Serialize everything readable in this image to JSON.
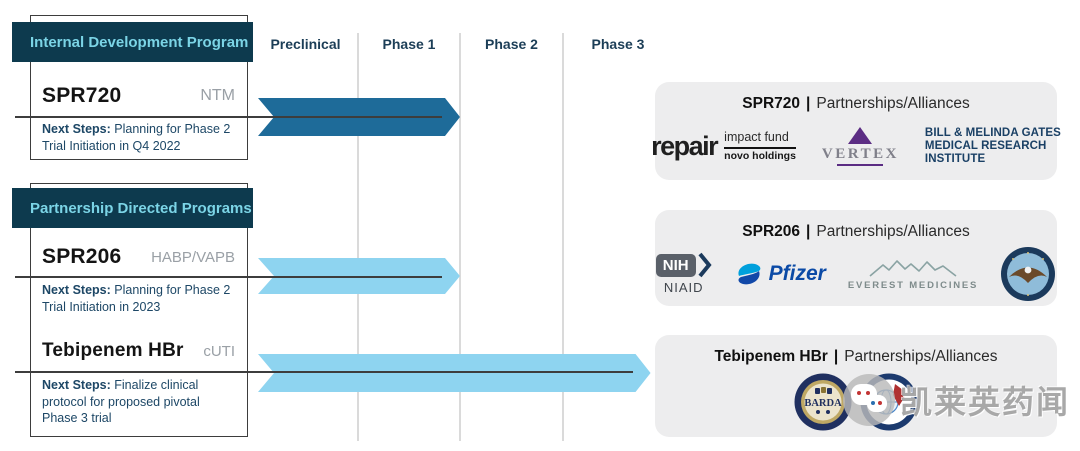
{
  "colors": {
    "group_header_bg": "#0d3a4e",
    "group_header_text": "#7bd4e6",
    "navy_text": "#1d4766",
    "dark_arrow": "#1e6b99",
    "light_arrow": "#8ed4f0",
    "gridline": "#dadada",
    "card_bg": "#ededee",
    "indication_text": "#9aa0a6"
  },
  "pipeline": {
    "phases": [
      "Preclinical",
      "Phase 1",
      "Phase 2",
      "Phase 3"
    ],
    "groups": [
      {
        "header": "Internal Development Program",
        "programs": [
          {
            "name": "SPR720",
            "indication": "NTM",
            "next_steps_label": "Next Steps:",
            "next_steps": "Planning for Phase 2 Trial Initiation in Q4 2022",
            "bar_color": "dark",
            "phase_start": 0,
            "phase_end": 2.0
          }
        ]
      },
      {
        "header": "Partnership Directed Programs",
        "programs": [
          {
            "name": "SPR206",
            "indication": "HABP/VAPB",
            "next_steps_label": "Next Steps:",
            "next_steps": "Planning for Phase 2 Trial Initiation in 2023",
            "bar_color": "light",
            "phase_start": 0,
            "phase_end": 2.0
          },
          {
            "name": "Tebipenem HBr",
            "indication": "cUTI",
            "next_steps_label": "Next Steps:",
            "next_steps": "Finalize clinical protocol for proposed pivotal Phase 3 trial",
            "bar_color": "light",
            "phase_start": 0,
            "phase_end": 3.85
          }
        ]
      }
    ]
  },
  "cards": [
    {
      "drug": "SPR720",
      "separator": "|",
      "suffix": "Partnerships/Alliances"
    },
    {
      "drug": "SPR206",
      "separator": "|",
      "suffix": "Partnerships/Alliances"
    },
    {
      "drug": "Tebipenem HBr",
      "separator": "|",
      "suffix": "Partnerships/Alliances"
    }
  ],
  "logos": {
    "repair": {
      "word": "repair",
      "line1": "impact fund",
      "line2": "novo holdings"
    },
    "vertex": {
      "label": "VERTEX"
    },
    "gates": {
      "line1": "BILL & MELINDA GATES",
      "line2": "MEDICAL RESEARCH",
      "line3": "INSTITUTE"
    },
    "nih": {
      "box": "NIH",
      "sub": "NIAID"
    },
    "pfizer": {
      "label": "Pfizer"
    },
    "everest": {
      "label": "EVEREST MEDICINES"
    },
    "barda": {
      "label": "BARDA"
    }
  },
  "watermark": {
    "text": "凯莱英药闻"
  }
}
